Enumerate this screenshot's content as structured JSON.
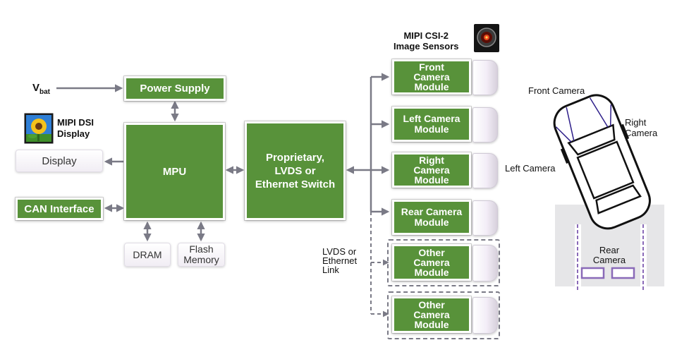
{
  "vbat": {
    "main": "V",
    "sub": "bat"
  },
  "power_supply": "Power Supply",
  "dsi_label": [
    "MIPI DSI",
    "Display"
  ],
  "display": "Display",
  "can_interface": "CAN Interface",
  "mpu": "MPU",
  "dram": "DRAM",
  "flash_memory": [
    "Flash",
    "Memory"
  ],
  "switch": [
    "Proprietary,",
    "LVDS or",
    "Ethernet Switch"
  ],
  "csi_label": [
    "MIPI CSI-2",
    "Image Sensors"
  ],
  "camera_modules": [
    {
      "lines": [
        "Front",
        "Camera",
        "Module"
      ]
    },
    {
      "lines": [
        "Left Camera",
        "Module"
      ]
    },
    {
      "lines": [
        "Right",
        "Camera",
        "Module"
      ]
    },
    {
      "lines": [
        "Rear Camera",
        "Module"
      ]
    },
    {
      "lines": [
        "Other",
        "Camera",
        "Module"
      ]
    },
    {
      "lines": [
        "Other",
        "Camera",
        "Module"
      ]
    }
  ],
  "link_label": [
    "LVDS or",
    "Ethernet",
    "Link"
  ],
  "car": {
    "front_camera": "Front Camera",
    "right_camera": [
      "Right",
      "Camera"
    ],
    "left_camera": "Left Camera",
    "rear_camera": [
      "Rear",
      "Camera"
    ]
  },
  "colors": {
    "green": "#58923a",
    "arrow": "#7a7a86",
    "purple": "#8a6ab8",
    "camera_line": "#2e1f8a"
  }
}
